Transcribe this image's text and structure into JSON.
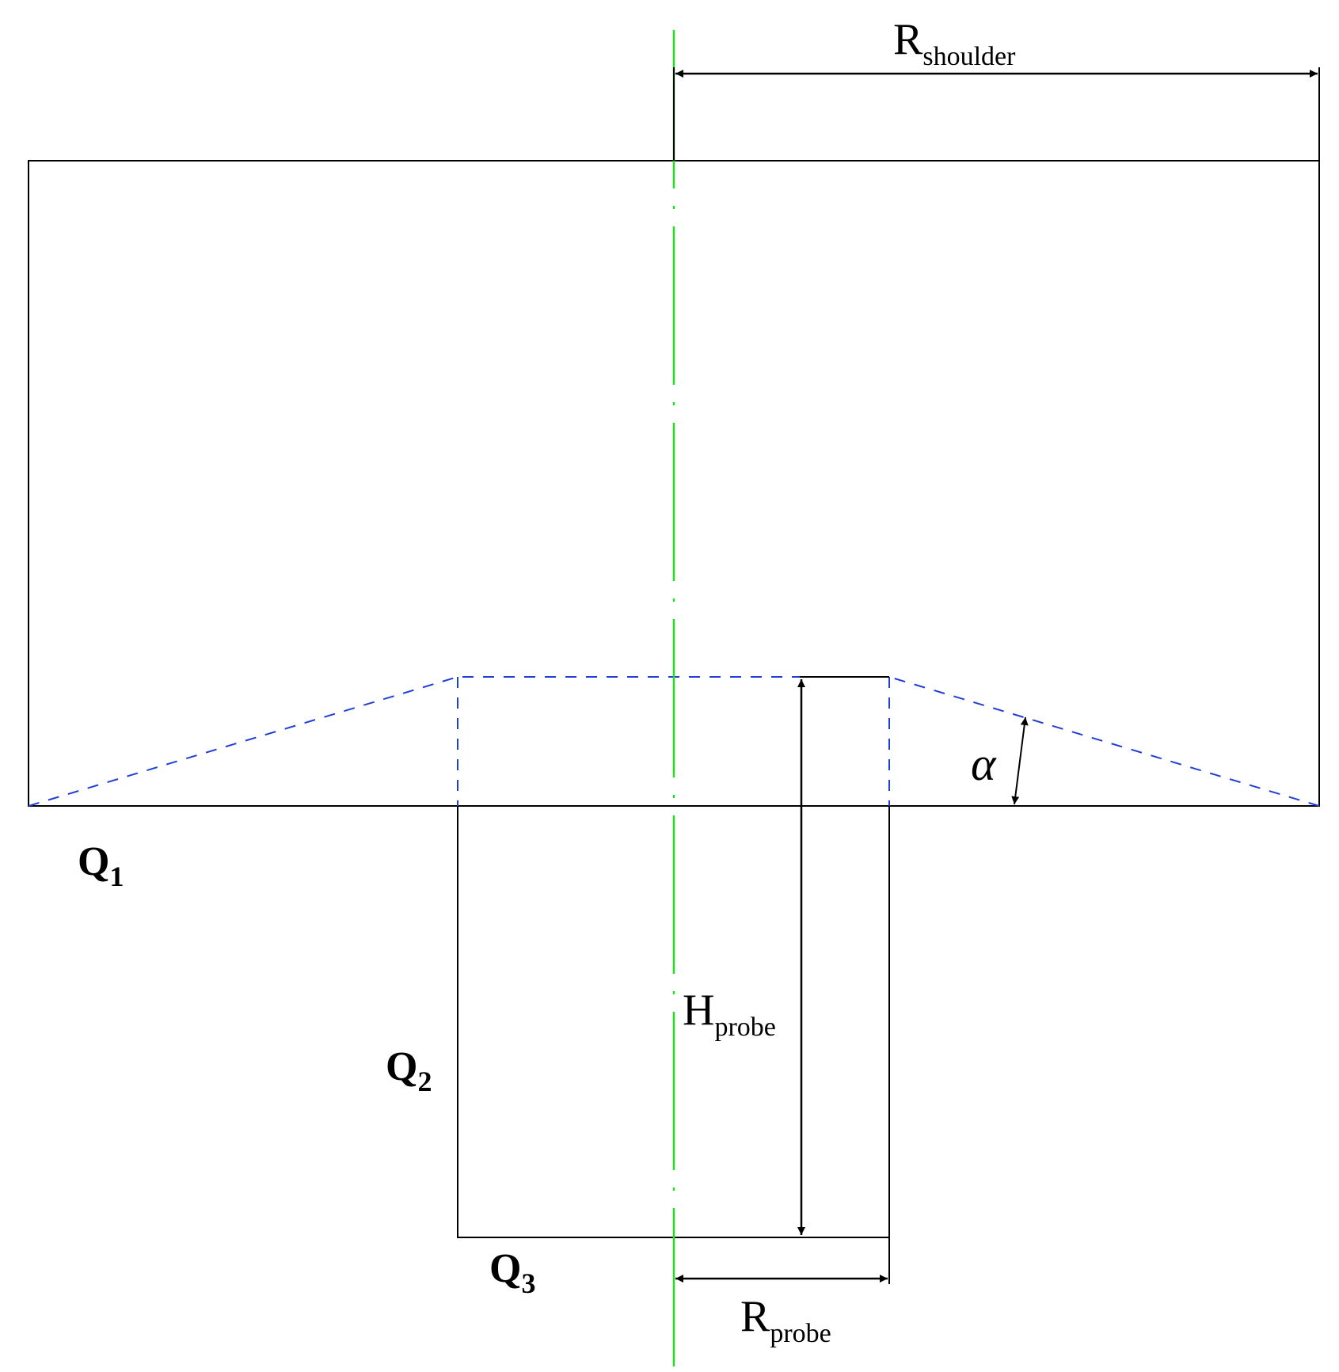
{
  "labels": {
    "r_shoulder": {
      "main": "R",
      "sub": "shoulder"
    },
    "h_probe": {
      "main": "H",
      "sub": "probe"
    },
    "r_probe": {
      "main": "R",
      "sub": "probe"
    },
    "alpha": "α",
    "q1": {
      "main": "Q",
      "sub": "1"
    },
    "q2": {
      "main": "Q",
      "sub": "2"
    },
    "q3": {
      "main": "Q",
      "sub": "3"
    }
  },
  "colors": {
    "outline": "#000000",
    "hidden_edges": "#1f3fd8",
    "center_axis": "#22dd22"
  }
}
